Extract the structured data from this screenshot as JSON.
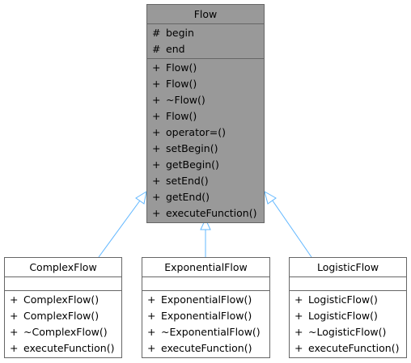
{
  "base_class": {
    "name": "Flow",
    "attributes": [
      {
        "visibility": "#",
        "name": "begin"
      },
      {
        "visibility": "#",
        "name": "end"
      }
    ],
    "methods": [
      {
        "visibility": "+",
        "name": "Flow()"
      },
      {
        "visibility": "+",
        "name": "Flow()"
      },
      {
        "visibility": "+",
        "name": "~Flow()"
      },
      {
        "visibility": "+",
        "name": "Flow()"
      },
      {
        "visibility": "+",
        "name": "operator=()"
      },
      {
        "visibility": "+",
        "name": "setBegin()"
      },
      {
        "visibility": "+",
        "name": "getBegin()"
      },
      {
        "visibility": "+",
        "name": "setEnd()"
      },
      {
        "visibility": "+",
        "name": "getEnd()"
      },
      {
        "visibility": "+",
        "name": "executeFunction()"
      }
    ]
  },
  "derived_classes": [
    {
      "name": "ComplexFlow",
      "methods": [
        {
          "visibility": "+",
          "name": "ComplexFlow()"
        },
        {
          "visibility": "+",
          "name": "ComplexFlow()"
        },
        {
          "visibility": "+",
          "name": "~ComplexFlow()"
        },
        {
          "visibility": "+",
          "name": "executeFunction()"
        }
      ]
    },
    {
      "name": "ExponentialFlow",
      "methods": [
        {
          "visibility": "+",
          "name": "ExponentialFlow()"
        },
        {
          "visibility": "+",
          "name": "ExponentialFlow()"
        },
        {
          "visibility": "+",
          "name": "~ExponentialFlow()"
        },
        {
          "visibility": "+",
          "name": "executeFunction()"
        }
      ]
    },
    {
      "name": "LogisticFlow",
      "methods": [
        {
          "visibility": "+",
          "name": "LogisticFlow()"
        },
        {
          "visibility": "+",
          "name": "LogisticFlow()"
        },
        {
          "visibility": "+",
          "name": "~LogisticFlow()"
        },
        {
          "visibility": "+",
          "name": "executeFunction()"
        }
      ]
    }
  ],
  "colors": {
    "base_fill": "#999999",
    "border": "#666666",
    "inheritance_edge": "#63b8ff"
  }
}
